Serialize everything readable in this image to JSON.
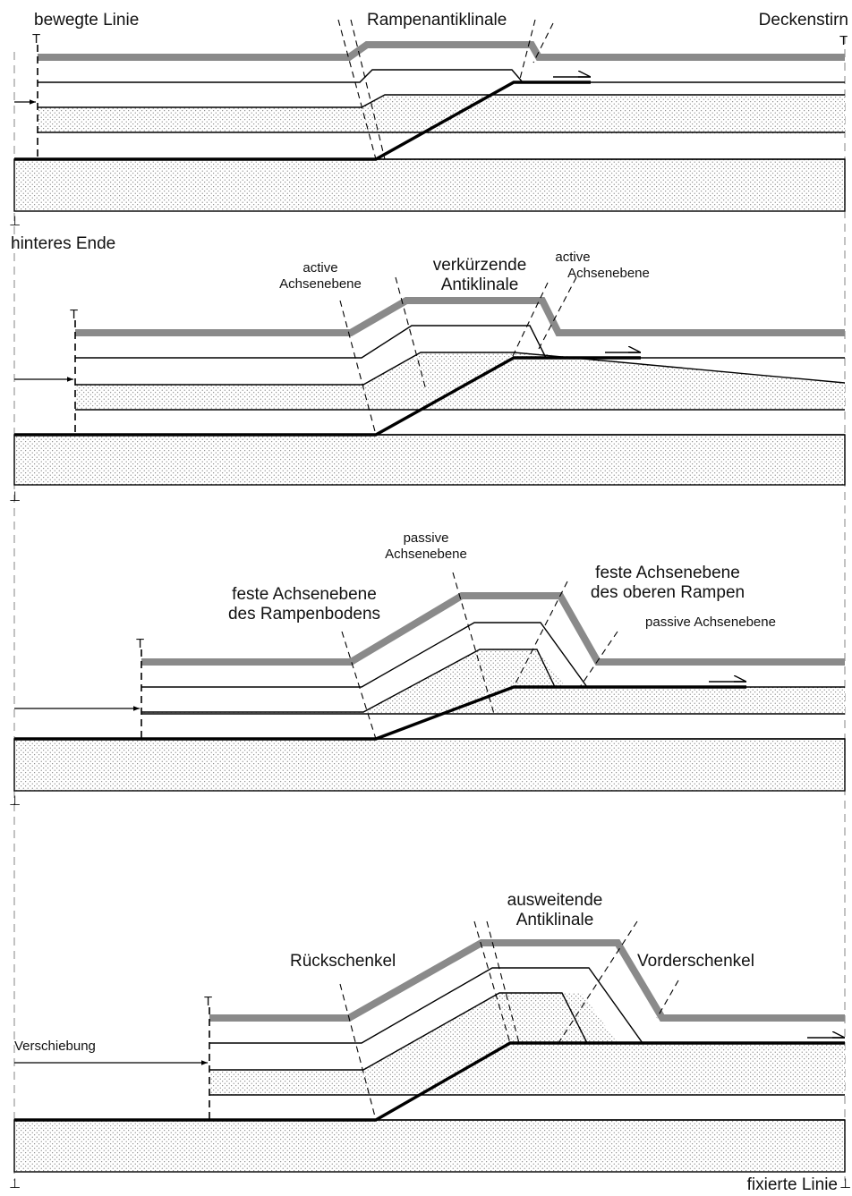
{
  "labels": {
    "bewegte_linie": "bewegte Linie",
    "rampenantiklinale": "Rampenantiklinale",
    "deckenstirn": "Deckenstirn",
    "hinteres_ende": "hinteres Ende",
    "active_1": "active",
    "achsenebene_1": "Achsenebene",
    "verkuerzende_1": "verkürzende",
    "antiklinale_1": "Antiklinale",
    "active_2": "active",
    "achsenebene_2": "Achsenebene",
    "passive_1": "passive",
    "achsenebene_3": "Achsenebene",
    "feste_achsenebene_1": "feste Achsenebene",
    "des_rampenbodens": "des Rampenbodens",
    "feste_achsenebene_2": "feste Achsenebene",
    "des_oberen_rampen": "des oberen Rampen",
    "passive_achsenebene": "passive Achsenebene",
    "ausweitende": "ausweitende",
    "antiklinale_2": "Antiklinale",
    "rueckschenkel": "Rückschenkel",
    "vorderschenkel": "Vorderschenkel",
    "verschiebung": "Verschiebung",
    "fixierte_linie": "fixierte Linie"
  },
  "colors": {
    "top_layer": "#8a8a8a",
    "ink": "#000000",
    "background": "#ffffff"
  },
  "panels": [
    {
      "stage": 1,
      "displacement_fraction": 0.0
    },
    {
      "stage": 2,
      "displacement_fraction": 0.25
    },
    {
      "stage": 3,
      "displacement_fraction": 0.6
    },
    {
      "stage": 4,
      "displacement_fraction": 1.0
    }
  ]
}
